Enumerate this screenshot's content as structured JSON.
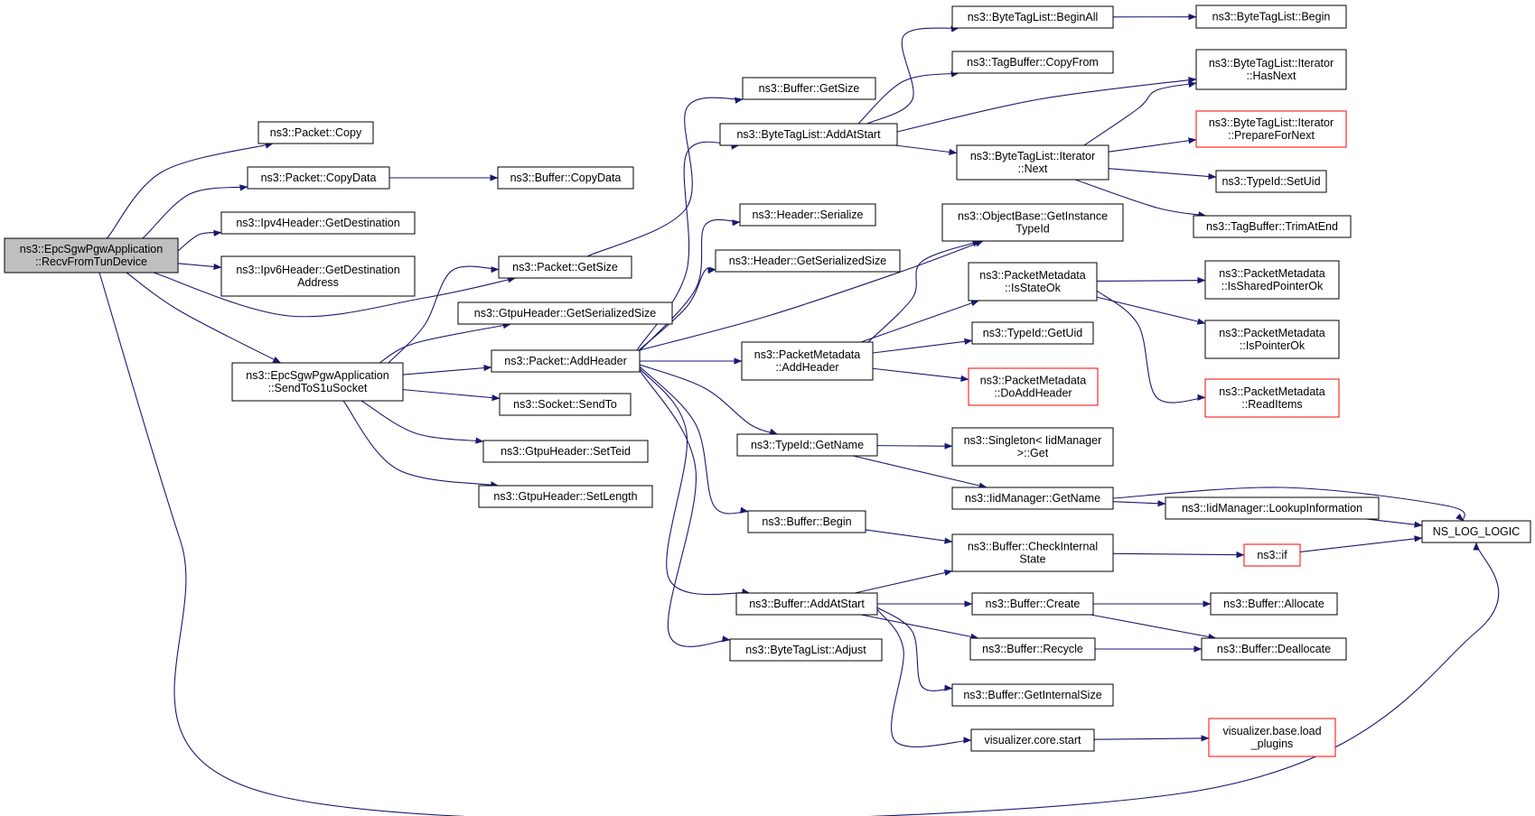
{
  "graph": {
    "colors": {
      "edge": "#191970",
      "root_fill": "#bfbfbf",
      "truncated_border": "#ff0000",
      "node_border": "#000000"
    },
    "nodes": [
      {
        "id": "root",
        "lines": [
          "ns3::EpcSgwPgwApplication",
          "::RecvFromTunDevice"
        ],
        "kind": "root"
      },
      {
        "id": "pcopy",
        "lines": [
          "ns3::Packet::Copy"
        ]
      },
      {
        "id": "pcopydata",
        "lines": [
          "ns3::Packet::CopyData"
        ]
      },
      {
        "id": "ipv4dest",
        "lines": [
          "ns3::Ipv4Header::GetDestination"
        ]
      },
      {
        "id": "ipv6dest",
        "lines": [
          "ns3::Ipv6Header::GetDestination",
          "Address"
        ]
      },
      {
        "id": "sendtos1u",
        "lines": [
          "ns3::EpcSgwPgwApplication",
          "::SendToS1uSocket"
        ]
      },
      {
        "id": "bcopydata",
        "lines": [
          "ns3::Buffer::CopyData"
        ]
      },
      {
        "id": "pgetsize",
        "lines": [
          "ns3::Packet::GetSize"
        ]
      },
      {
        "id": "gtpserialsize",
        "lines": [
          "ns3::GtpuHeader::GetSerializedSize"
        ]
      },
      {
        "id": "paddheader",
        "lines": [
          "ns3::Packet::AddHeader"
        ]
      },
      {
        "id": "socksendto",
        "lines": [
          "ns3::Socket::SendTo"
        ]
      },
      {
        "id": "gtpsetteid",
        "lines": [
          "ns3::GtpuHeader::SetTeid"
        ]
      },
      {
        "id": "gtpsetlength",
        "lines": [
          "ns3::GtpuHeader::SetLength"
        ]
      },
      {
        "id": "bgetsize",
        "lines": [
          "ns3::Buffer::GetSize"
        ]
      },
      {
        "id": "btladdatstart",
        "lines": [
          "ns3::ByteTagList::AddAtStart"
        ]
      },
      {
        "id": "hserialize",
        "lines": [
          "ns3::Header::Serialize"
        ]
      },
      {
        "id": "hgetserialsize",
        "lines": [
          "ns3::Header::GetSerializedSize"
        ]
      },
      {
        "id": "pmaddheader",
        "lines": [
          "ns3::PacketMetadata",
          "::AddHeader"
        ]
      },
      {
        "id": "tidgetname",
        "lines": [
          "ns3::TypeId::GetName"
        ]
      },
      {
        "id": "bbegin",
        "lines": [
          "ns3::Buffer::Begin"
        ]
      },
      {
        "id": "baddatstart",
        "lines": [
          "ns3::Buffer::AddAtStart"
        ]
      },
      {
        "id": "btladjust",
        "lines": [
          "ns3::ByteTagList::Adjust"
        ]
      },
      {
        "id": "btlbeginall",
        "lines": [
          "ns3::ByteTagList::BeginAll"
        ]
      },
      {
        "id": "tbcopyfrom",
        "lines": [
          "ns3::TagBuffer::CopyFrom"
        ]
      },
      {
        "id": "btlitnext",
        "lines": [
          "ns3::ByteTagList::Iterator",
          "::Next"
        ]
      },
      {
        "id": "obgetinst",
        "lines": [
          "ns3::ObjectBase::GetInstance",
          "TypeId"
        ]
      },
      {
        "id": "pmisstateok",
        "lines": [
          "ns3::PacketMetadata",
          "::IsStateOk"
        ]
      },
      {
        "id": "tidgetuid",
        "lines": [
          "ns3::TypeId::GetUid"
        ]
      },
      {
        "id": "pmdoadd",
        "lines": [
          "ns3::PacketMetadata",
          "::DoAddHeader"
        ],
        "kind": "truncated"
      },
      {
        "id": "singletonget",
        "lines": [
          "ns3::Singleton< IidManager",
          ">::Get"
        ]
      },
      {
        "id": "iidgetname",
        "lines": [
          "ns3::IidManager::GetName"
        ]
      },
      {
        "id": "bcheckinternal",
        "lines": [
          "ns3::Buffer::CheckInternal",
          "State"
        ]
      },
      {
        "id": "bcreate",
        "lines": [
          "ns3::Buffer::Create"
        ]
      },
      {
        "id": "brecycle",
        "lines": [
          "ns3::Buffer::Recycle"
        ]
      },
      {
        "id": "bgetinternalsize",
        "lines": [
          "ns3::Buffer::GetInternalSize"
        ]
      },
      {
        "id": "viscorestart",
        "lines": [
          "visualizer.core.start"
        ]
      },
      {
        "id": "btlbegin",
        "lines": [
          "ns3::ByteTagList::Begin"
        ]
      },
      {
        "id": "btlithasnext",
        "lines": [
          "ns3::ByteTagList::Iterator",
          "::HasNext"
        ]
      },
      {
        "id": "btlitprepare",
        "lines": [
          "ns3::ByteTagList::Iterator",
          "::PrepareForNext"
        ],
        "kind": "truncated"
      },
      {
        "id": "tidsetuid",
        "lines": [
          "ns3::TypeId::SetUid"
        ]
      },
      {
        "id": "tbtrim",
        "lines": [
          "ns3::TagBuffer::TrimAtEnd"
        ]
      },
      {
        "id": "pmissharedptr",
        "lines": [
          "ns3::PacketMetadata",
          "::IsSharedPointerOk"
        ]
      },
      {
        "id": "pmisptrok",
        "lines": [
          "ns3::PacketMetadata",
          "::IsPointerOk"
        ]
      },
      {
        "id": "pmreaditems",
        "lines": [
          "ns3::PacketMetadata",
          "::ReadItems"
        ],
        "kind": "truncated"
      },
      {
        "id": "iidlookup",
        "lines": [
          "ns3::IidManager::LookupInformation"
        ]
      },
      {
        "id": "nslog",
        "lines": [
          "NS_LOG_LOGIC"
        ]
      },
      {
        "id": "ns3if",
        "lines": [
          "ns3::if"
        ],
        "kind": "truncated"
      },
      {
        "id": "ballocate",
        "lines": [
          "ns3::Buffer::Allocate"
        ]
      },
      {
        "id": "bdeallocate",
        "lines": [
          "ns3::Buffer::Deallocate"
        ]
      },
      {
        "id": "visloadplugins",
        "lines": [
          "visualizer.base.load",
          "_plugins"
        ],
        "kind": "truncated"
      }
    ]
  }
}
